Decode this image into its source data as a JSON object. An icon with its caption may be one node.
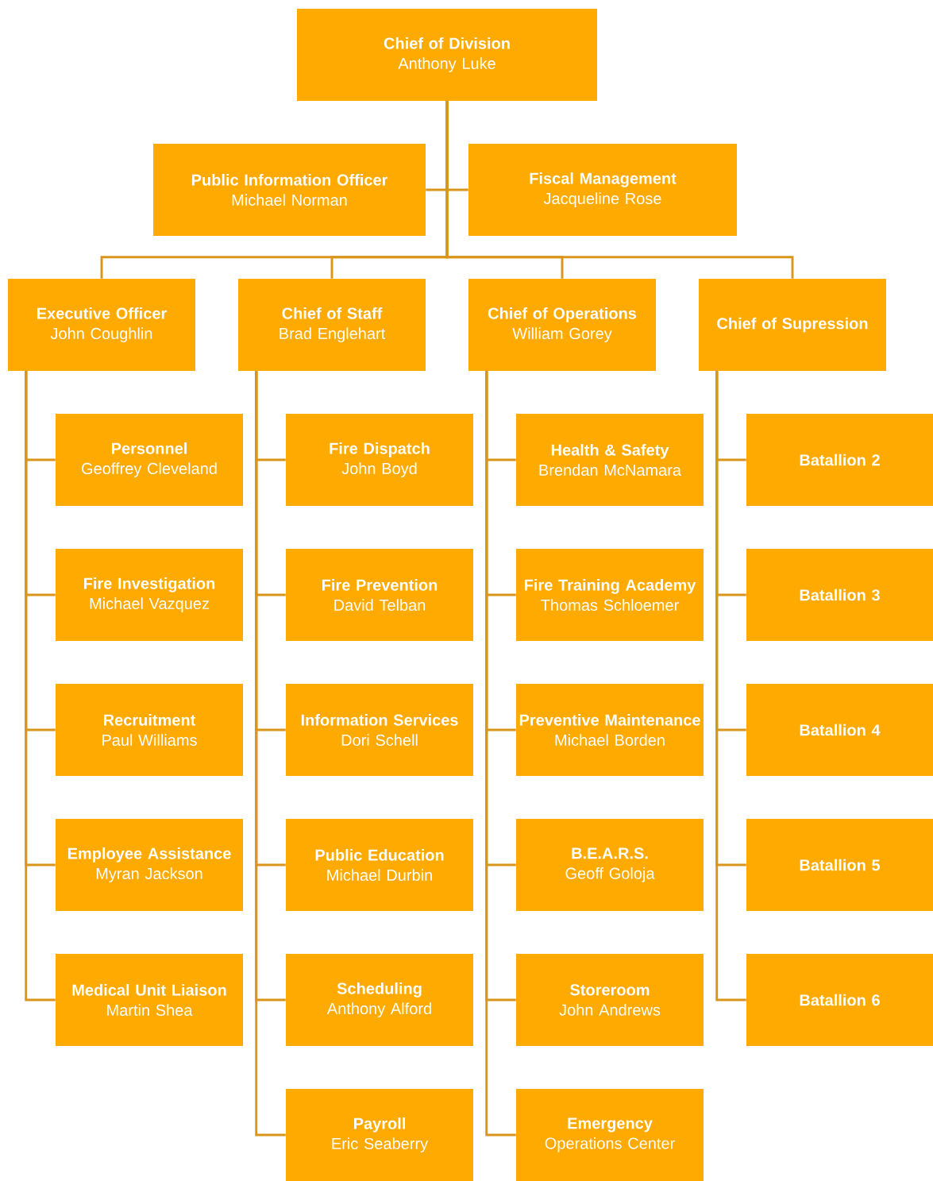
{
  "diagram": {
    "nodes": [
      {
        "text": [
          "Chief of Division",
          "Anthony Luke"
        ]
      },
      {
        "text": [
          "Public Information Officer",
          "Michael Norman"
        ]
      },
      {
        "text": [
          "Fiscal Management",
          "Jacqueline Rose"
        ]
      },
      {
        "text": [
          "Executive Officer",
          "John Coughlin"
        ]
      },
      {
        "text": [
          "Chief of Staff",
          "Brad Englehart"
        ]
      },
      {
        "text": [
          "Chief of Operations",
          "William Gorey"
        ]
      },
      {
        "text": [
          "Chief of Supression"
        ]
      },
      {
        "text": [
          "Personnel",
          "Geoffrey Cleveland"
        ]
      },
      {
        "text": [
          "Fire Dispatch",
          "John Boyd"
        ]
      },
      {
        "text": [
          "Health & Safety",
          "Brendan McNamara"
        ]
      },
      {
        "text": [
          "Batallion 2"
        ]
      },
      {
        "text": [
          "Fire Investigation",
          "Michael Vazquez"
        ]
      },
      {
        "text": [
          "Fire Prevention",
          "David Telban"
        ]
      },
      {
        "text": [
          "Fire Training Academy",
          "Thomas Schloemer"
        ]
      },
      {
        "text": [
          "Batallion 3"
        ]
      },
      {
        "text": [
          "Recruitment",
          "Paul Williams"
        ]
      },
      {
        "text": [
          "Information Services",
          "Dori Schell"
        ]
      },
      {
        "text": [
          "Preventive Maintenance",
          "Michael Borden"
        ]
      },
      {
        "text": [
          "Batallion 4"
        ]
      },
      {
        "text": [
          "Employee Assistance",
          "Myran Jackson"
        ]
      },
      {
        "text": [
          "Public Education",
          "Michael Durbin"
        ]
      },
      {
        "text": [
          "B.E.A.R.S.",
          "Geoff Goloja"
        ]
      },
      {
        "text": [
          "Batallion 5"
        ]
      },
      {
        "text": [
          "Medical Unit Liaison",
          "Martin Shea"
        ]
      },
      {
        "text": [
          "Scheduling",
          "Anthony Alford"
        ]
      },
      {
        "text": [
          "Storeroom",
          "John Andrews"
        ]
      },
      {
        "text": [
          "Batallion 6"
        ]
      },
      {
        "text": [
          "Payroll",
          "Eric Seaberry"
        ]
      },
      {
        "text": [
          "Emergency",
          "Operations Center"
        ]
      }
    ],
    "edges": [
      {
        "from": 0,
        "to": 1,
        "arrow": "none"
      },
      {
        "from": 0,
        "to": 2,
        "arrow": "none"
      },
      {
        "from": 0,
        "to": 3,
        "arrow": "none"
      },
      {
        "from": 0,
        "to": 4,
        "arrow": "none"
      },
      {
        "from": 0,
        "to": 5,
        "arrow": "none"
      },
      {
        "from": 0,
        "to": 6,
        "arrow": "none"
      },
      {
        "from": 3,
        "to": 7,
        "arrow": "none"
      },
      {
        "from": 3,
        "to": 11,
        "arrow": "none"
      },
      {
        "from": 3,
        "to": 15,
        "arrow": "none"
      },
      {
        "from": 3,
        "to": 19,
        "arrow": "none"
      },
      {
        "from": 3,
        "to": 23,
        "arrow": "none"
      },
      {
        "from": 4,
        "to": 8,
        "arrow": "none"
      },
      {
        "from": 4,
        "to": 12,
        "arrow": "none"
      },
      {
        "from": 4,
        "to": 16,
        "arrow": "none"
      },
      {
        "from": 4,
        "to": 20,
        "arrow": "none"
      },
      {
        "from": 4,
        "to": 24,
        "arrow": "none"
      },
      {
        "from": 4,
        "to": 27,
        "arrow": "none"
      },
      {
        "from": 5,
        "to": 9,
        "arrow": "none"
      },
      {
        "from": 5,
        "to": 13,
        "arrow": "none"
      },
      {
        "from": 5,
        "to": 17,
        "arrow": "none"
      },
      {
        "from": 5,
        "to": 21,
        "arrow": "none"
      },
      {
        "from": 5,
        "to": 25,
        "arrow": "none"
      },
      {
        "from": 5,
        "to": 28,
        "arrow": "none"
      },
      {
        "from": 6,
        "to": 10,
        "arrow": "none"
      },
      {
        "from": 6,
        "to": 14,
        "arrow": "none"
      },
      {
        "from": 6,
        "to": 18,
        "arrow": "none"
      },
      {
        "from": 6,
        "to": 22,
        "arrow": "none"
      },
      {
        "from": 6,
        "to": 26,
        "arrow": "none"
      }
    ]
  }
}
